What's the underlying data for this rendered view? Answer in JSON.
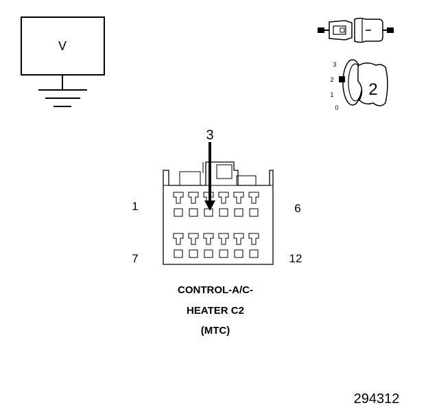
{
  "meter": {
    "label": "V"
  },
  "ignition": {
    "position_labels": [
      "3",
      "2",
      "1",
      "0"
    ],
    "step_number": "2"
  },
  "connector": {
    "step_number": "3",
    "pin_labels": {
      "top_left": "1",
      "top_right": "6",
      "bottom_left": "7",
      "bottom_right": "12"
    },
    "name_lines": [
      "CONTROL-A/C-",
      "HEATER C2",
      "(MTC)"
    ]
  },
  "figure_id": "294312",
  "colors": {
    "ink": "#000000",
    "background": "#ffffff"
  }
}
